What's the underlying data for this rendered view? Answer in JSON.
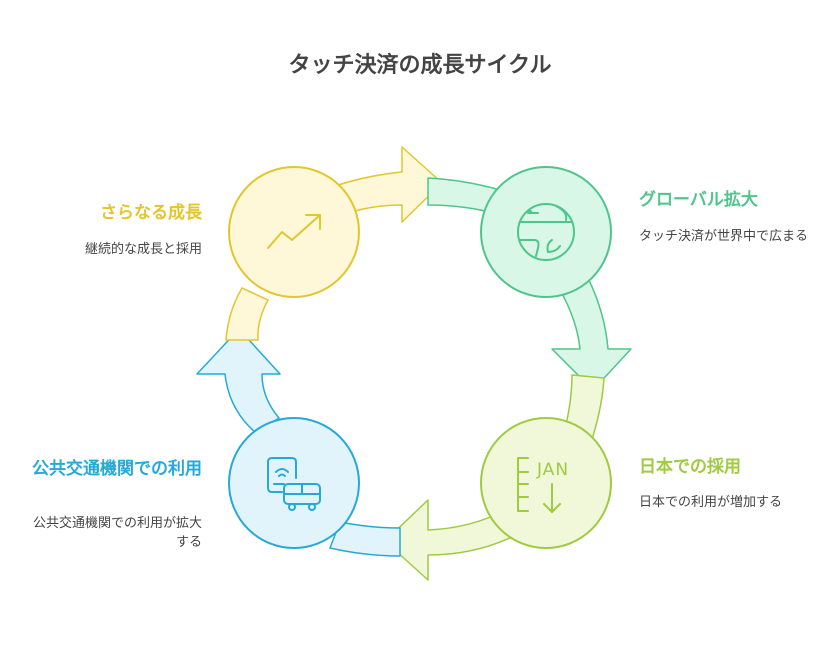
{
  "title": "タッチ決済の成長サイクル",
  "colors": {
    "yellow": "#e3c52c",
    "green": "#4fc58b",
    "lime": "#9ecb3f",
    "blue": "#26a9d8"
  },
  "stages": [
    {
      "id": "growth",
      "title": "さらなる成長",
      "description": "継続的な成長と採用",
      "icon": "trending-up-icon"
    },
    {
      "id": "global",
      "title": "グローバル拡大",
      "description": "タッチ決済が世界中で広まる",
      "icon": "globe-icon"
    },
    {
      "id": "japan",
      "title": "日本での採用",
      "description": "日本での利用が増加する",
      "icon": "calendar-jan-icon",
      "icon_text": "JAN"
    },
    {
      "id": "transit",
      "title": "公共交通機関での利用",
      "description": "公共交通機関での利用が拡大する",
      "icon": "phone-bus-icon"
    }
  ]
}
